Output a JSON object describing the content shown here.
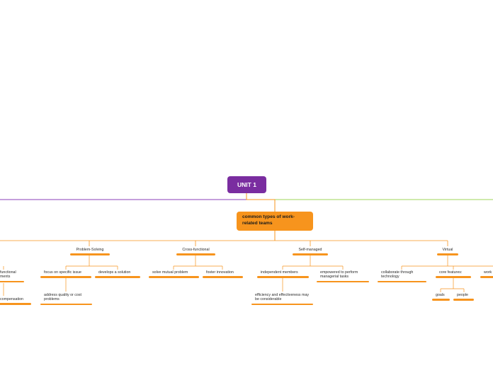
{
  "root": {
    "label": "UNIT 1"
  },
  "main": {
    "label": "common types of work-related teams"
  },
  "categories": [
    {
      "label": "Problem-Solving"
    },
    {
      "label": "Cross-functional"
    },
    {
      "label": "Self-managed"
    },
    {
      "label": "Virtual"
    }
  ],
  "problem_solving": {
    "focus": "focus on specific issue",
    "develops": "develops a solution",
    "address": "address quality or cost problems"
  },
  "cross_functional": {
    "solve": "solve mutual problem",
    "foster": "foster innovation"
  },
  "self_managed": {
    "independent": "independent members",
    "empowered": "empowered to perform managerial tasks",
    "efficiency": "efficiency and effectiveness may be considerable"
  },
  "virtual": {
    "collaborate": "collaborate through technology",
    "core": "core features:",
    "goals": "goals",
    "people": "people",
    "work": "work"
  },
  "left_partial": {
    "functional": "functional",
    "ments": "ments",
    "compensation": "compensation"
  },
  "colors": {
    "root": "#7a2da0",
    "accent": "#f7941d",
    "purple_line": "#8b3fb8",
    "green_line": "#9fd65a",
    "orange_line": "#f7941d"
  }
}
